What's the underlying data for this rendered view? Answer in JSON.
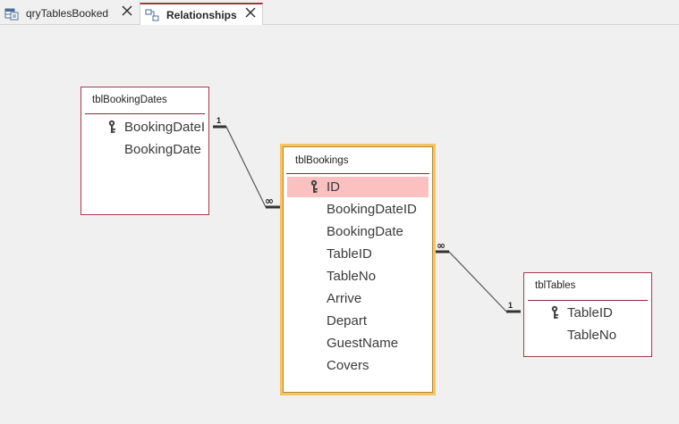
{
  "tabs": [
    {
      "label": "qryTablesBooked",
      "active": false
    },
    {
      "label": "Relationships",
      "active": true
    }
  ],
  "tables": {
    "booking_dates": {
      "title": "tblBookingDates",
      "fields": [
        "BookingDateID",
        "BookingDate"
      ],
      "key_field": "BookingDateID"
    },
    "bookings": {
      "title": "tblBookings",
      "fields": [
        "ID",
        "BookingDateID",
        "BookingDate",
        "TableID",
        "TableNo",
        "Arrive",
        "Depart",
        "GuestName",
        "Covers"
      ],
      "key_field": "ID",
      "selected_field": "ID"
    },
    "tables": {
      "title": "tblTables",
      "fields": [
        "TableID",
        "TableNo"
      ],
      "key_field": "TableID"
    }
  },
  "relationships": [
    {
      "from_table": "tblBookingDates",
      "from_label": "1",
      "to_table": "tblBookings",
      "to_label": "∞"
    },
    {
      "from_table": "tblBookings",
      "from_label": "∞",
      "to_table": "tblTables",
      "to_label": "1"
    }
  ],
  "colors": {
    "tab_accent": "#a4373a",
    "table_border": "#a63a4a",
    "selected_table_border": "#f7c35c",
    "selected_field_bg": "#fbc0c0"
  }
}
